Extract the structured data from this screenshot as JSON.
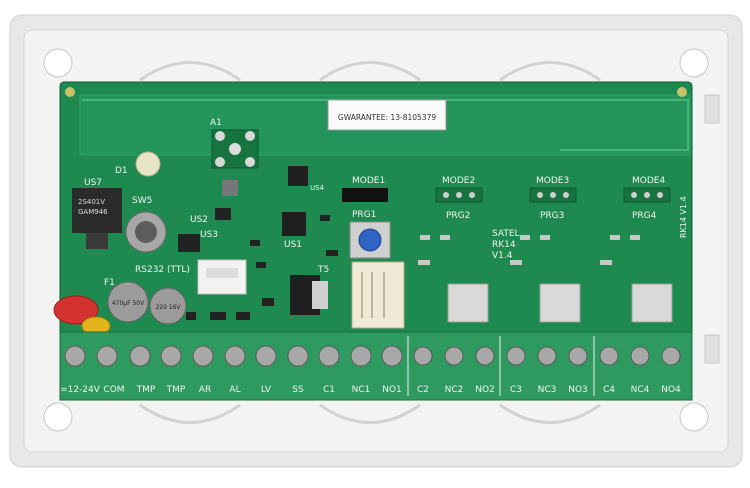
{
  "board": {
    "sticker": "GWARANTEE: 13-8105379",
    "refs": {
      "a1": "A1",
      "d1": "D1",
      "us7": "US7",
      "sw5": "SW5",
      "us2": "US2",
      "us3": "US3",
      "us4": "US4",
      "us1": "US1",
      "t5": "T5",
      "f1": "F1",
      "rs232": "RS232 (TTL)",
      "reg_line1": "2S401V",
      "reg_line2": "GAM946",
      "cap1": "470µF 50V",
      "cap2": "220 16V",
      "prg1": "PRG1",
      "prg2": "PRG2",
      "prg3": "PRG3",
      "prg4": "PRG4",
      "mode1": "MODE1",
      "mode2": "MODE2",
      "mode3": "MODE3",
      "mode4": "MODE4",
      "model_line1": "SATEL",
      "model_line2": "RK14",
      "model_line3": "V1.4",
      "edge_mark": "RK14 V1.4"
    },
    "terminals": [
      "=12-24V",
      "COM",
      "TMP",
      "TMP",
      "AR",
      "AL",
      "LV",
      "SS",
      "C1",
      "NC1",
      "NO1",
      "C2",
      "NC2",
      "NO2",
      "C3",
      "NC3",
      "NO3",
      "C4",
      "NC4",
      "NO4"
    ]
  },
  "colors": {
    "pcb": "#1f8a4f",
    "pcb_dark": "#0f6a38",
    "housing": "#e9e9e9",
    "terminal_block": "#2f9a5f",
    "silk": "#f2f2f2",
    "fuse": "#d43131",
    "button": "#2f63c4"
  }
}
